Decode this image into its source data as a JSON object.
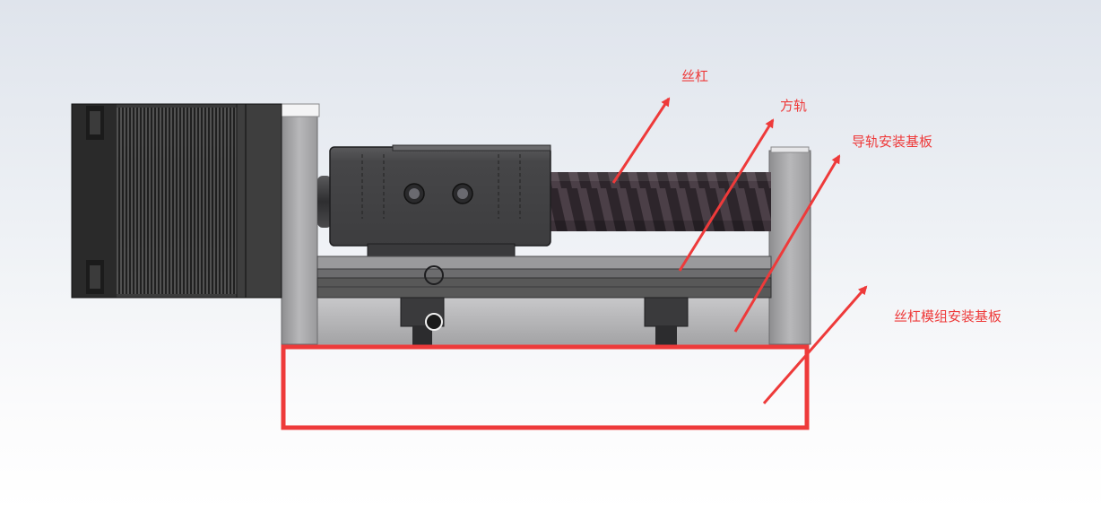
{
  "callouts": {
    "lead_screw": "丝杠",
    "square_rail": "方轨",
    "rail_mounting_plate": "导轨安装基板",
    "module_mounting_plate": "丝杠模组安装基板"
  },
  "colors": {
    "annotation": "#ee3a3a",
    "motor_body": "#3b3b3b",
    "motor_dark": "#1f1f1f",
    "metal_gray": "#a9a9ab",
    "metal_light": "#c6c6c8",
    "slider_block": "#434345",
    "screw_thread": "#3a3338"
  }
}
